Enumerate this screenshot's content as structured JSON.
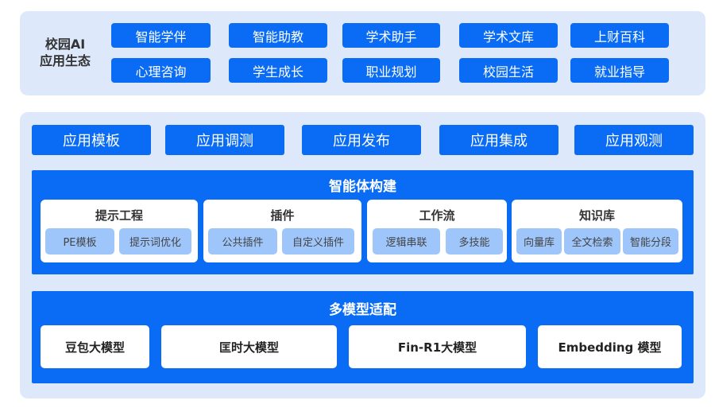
{
  "ecosystem": {
    "label_line1": "校园AI",
    "label_line2": "应用生态",
    "apps": [
      "智能学伴",
      "智能助教",
      "学术助手",
      "学术文库",
      "上财百科",
      "心理咨询",
      "学生成长",
      "职业规划",
      "校园生活",
      "就业指导"
    ]
  },
  "platform": {
    "tools": [
      "应用模板",
      "应用调测",
      "应用发布",
      "应用集成",
      "应用观测"
    ]
  },
  "agent": {
    "title": "智能体构建",
    "groups": [
      {
        "name": "提示工程",
        "items": [
          "PE模板",
          "提示词优化"
        ]
      },
      {
        "name": "插件",
        "items": [
          "公共插件",
          "自定义插件"
        ]
      },
      {
        "name": "工作流",
        "items": [
          "逻辑串联",
          "多技能"
        ]
      },
      {
        "name": "知识库",
        "items": [
          "向量库",
          "全文检索",
          "智能分段"
        ]
      }
    ]
  },
  "models": {
    "title": "多模型适配",
    "items": [
      "豆包大模型",
      "匡时大模型",
      "Fin-R1大模型",
      "Embedding 模型"
    ]
  }
}
